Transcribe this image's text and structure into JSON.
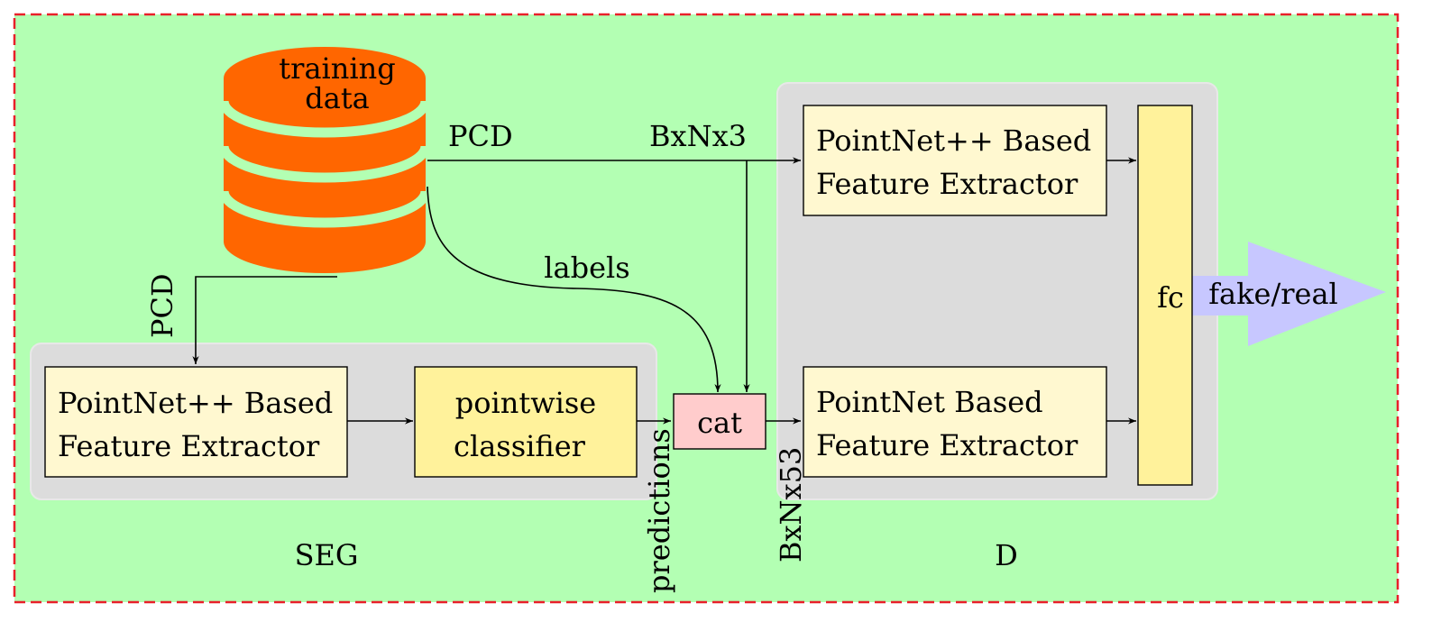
{
  "database": {
    "label_line1": "training",
    "label_line2": "data",
    "fill": "#ff6600",
    "stripe": "#b3ffb3"
  },
  "edges": {
    "pcd_top": "PCD",
    "pcd_left": "PCD",
    "bxnx3": "BxNx3",
    "labels": "labels",
    "predictions": "predictions",
    "bxnx53": "BxNx53"
  },
  "seg": {
    "title": "SEG",
    "extractor_line1": "PointNet++ Based",
    "extractor_line2": "Feature Extractor",
    "classifier_line1": "pointwise",
    "classifier_line2": "classifier"
  },
  "cat": {
    "label": "cat",
    "fill": "#ffcccc"
  },
  "d": {
    "title": "D",
    "pnpp_line1": "PointNet++ Based",
    "pnpp_line2": "Feature Extractor",
    "pn_line1": "PointNet Based",
    "pn_line2": "Feature Extractor",
    "fc_label": "fc"
  },
  "output": {
    "label": "fake/real",
    "fill": "#c7c7ff"
  },
  "colors": {
    "background": "#b3ffb3",
    "border": "#e8202a",
    "group_fill": "#dcdcdc",
    "light_box": "#fff8d0",
    "yellow_box": "#fff29b"
  }
}
